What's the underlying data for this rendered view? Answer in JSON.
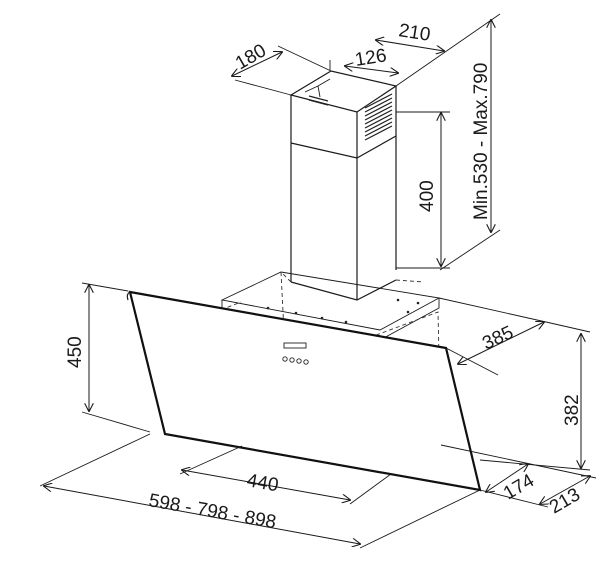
{
  "dimensions": {
    "duct_width": "210",
    "duct_depth": "180",
    "duct_vent": "126",
    "chimney_lower": "400",
    "chimney_range": "Min.530 - Max.790",
    "canopy_height": "450",
    "body_depth": "385",
    "right_height": "382",
    "inner_width": "440",
    "hood_widths": "598 - 798 - 898",
    "bottom_depth_small": "174",
    "bottom_depth_large": "213"
  },
  "colors": {
    "line": "#1a1a1a",
    "background": "#ffffff"
  }
}
